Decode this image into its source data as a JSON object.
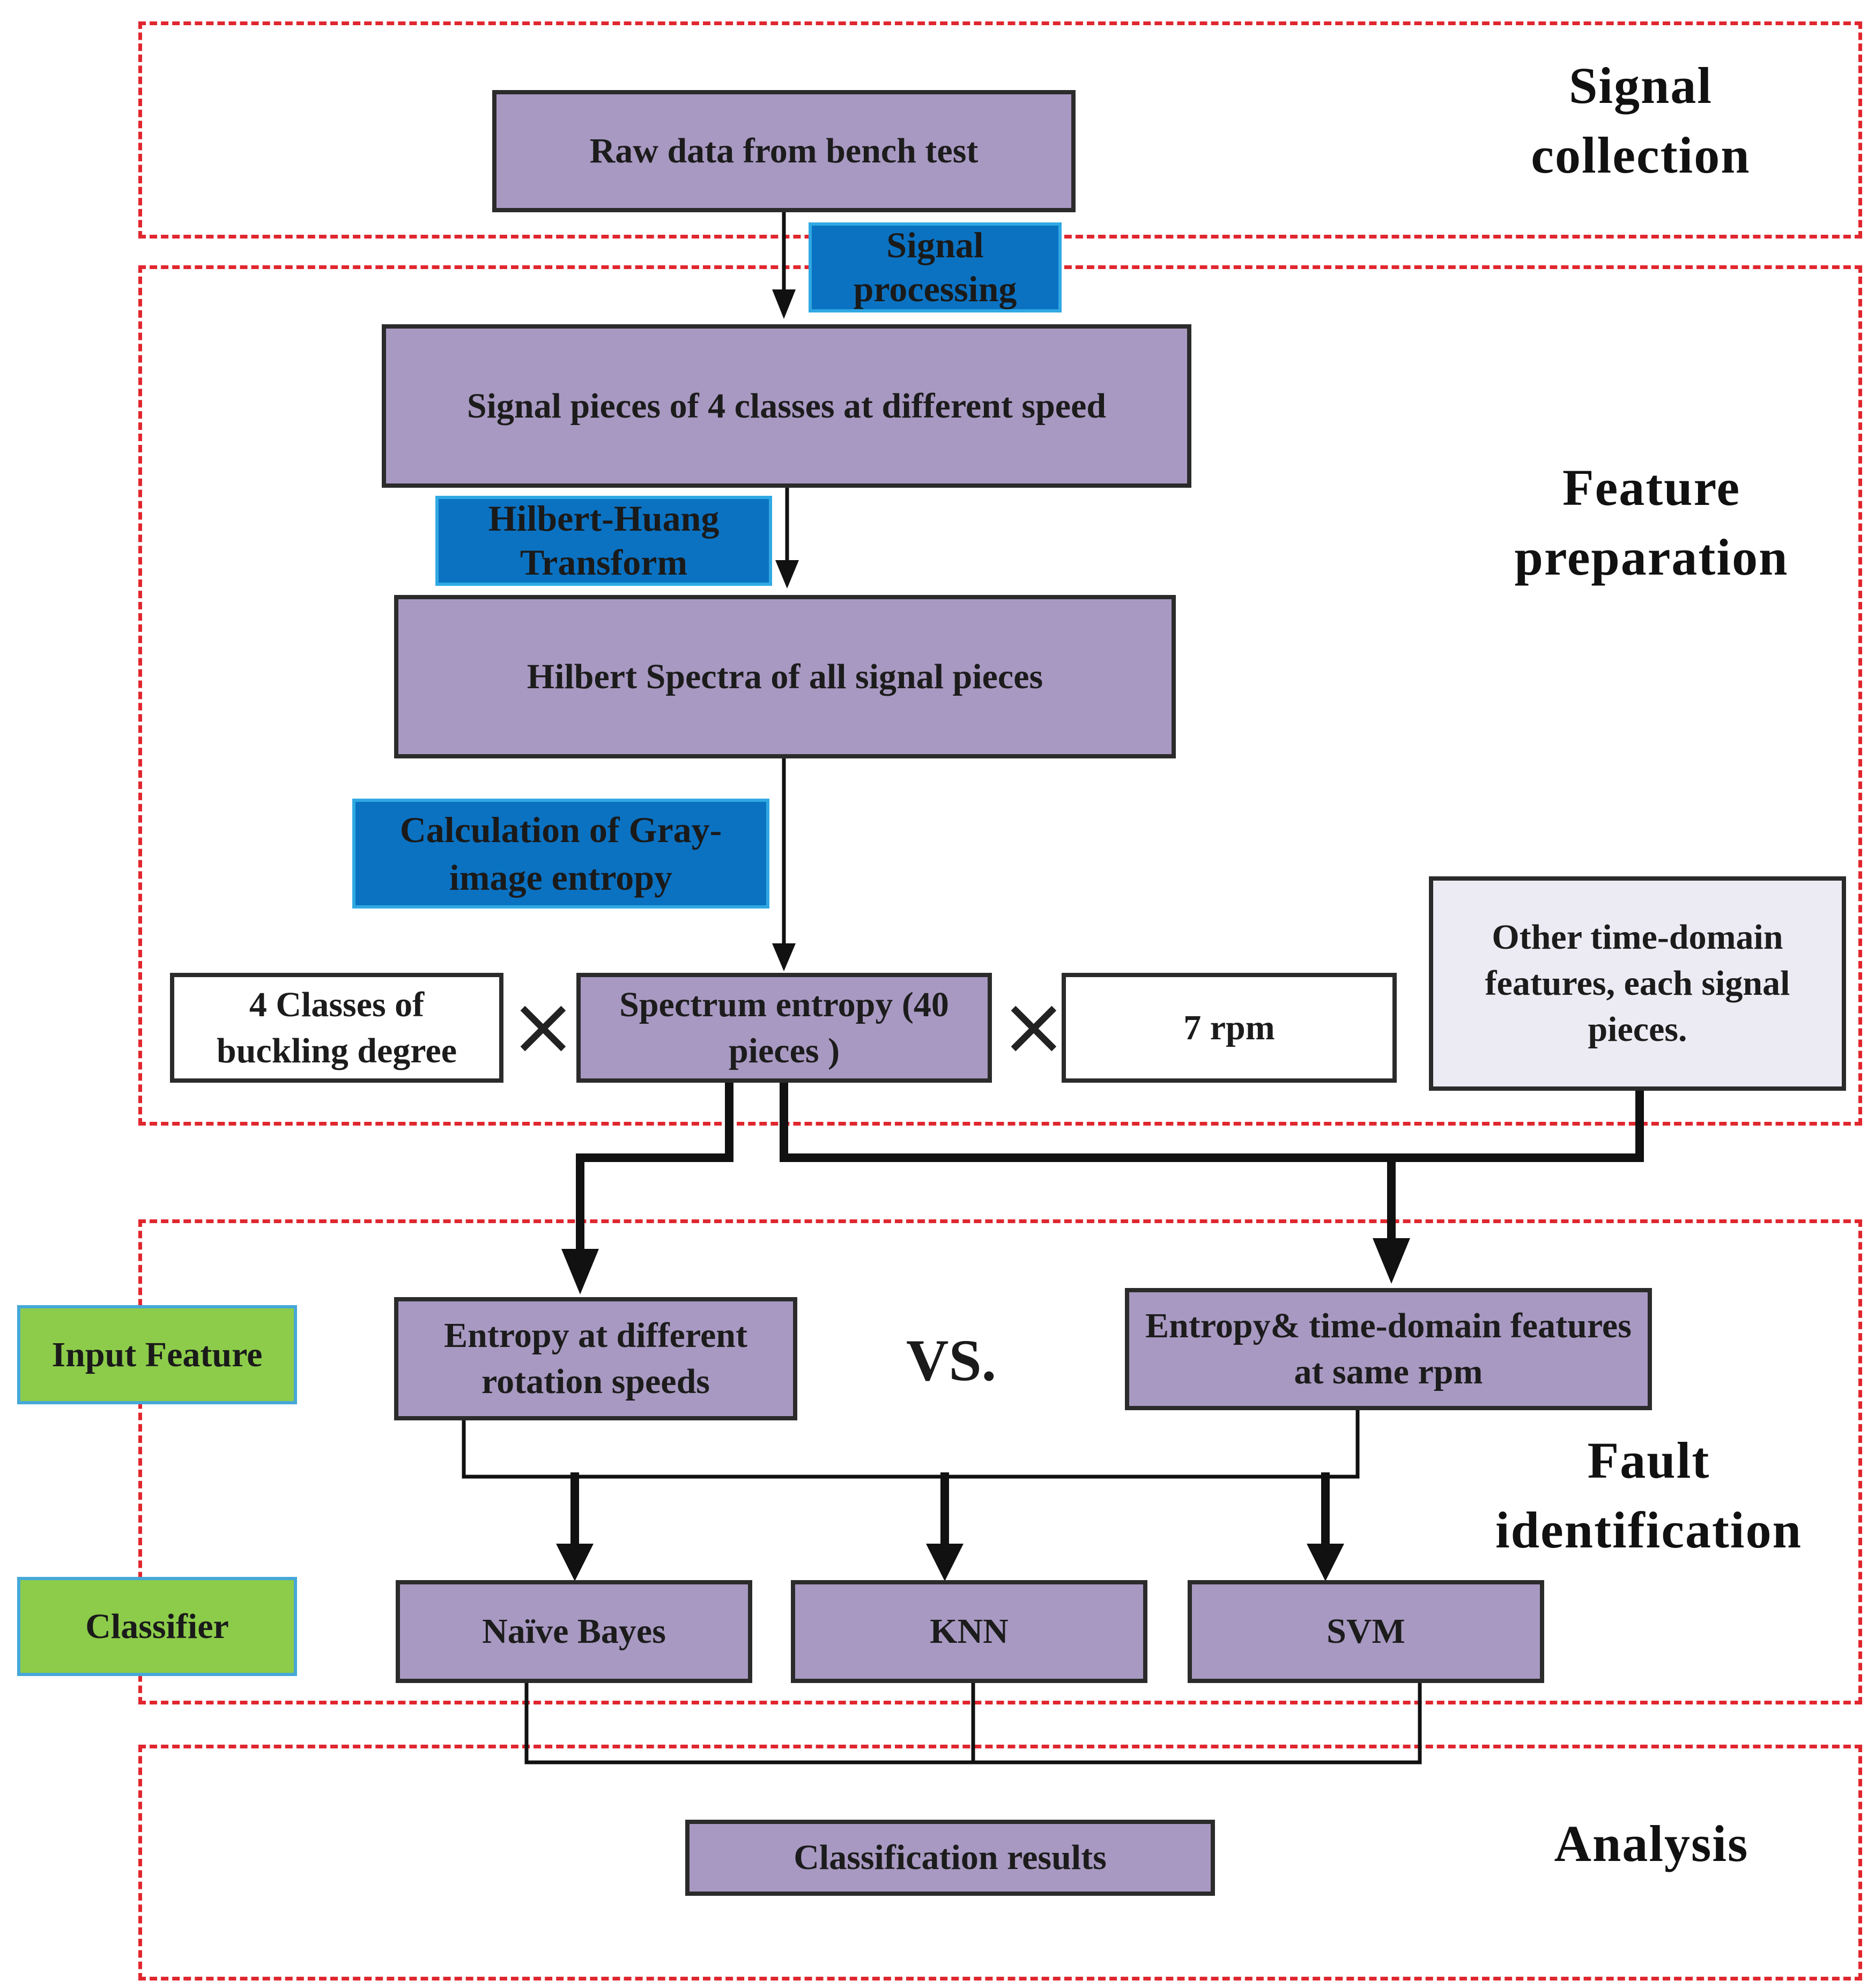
{
  "stages": {
    "signal_collection": "Signal\ncollection",
    "feature_preparation": "Feature\npreparation",
    "fault_identification": "Fault\nidentification",
    "analysis": "Analysis"
  },
  "boxes": {
    "raw_data": "Raw data from bench test",
    "signal_pieces": "Signal pieces of 4 classes at different speed",
    "hilbert_spectra": "Hilbert Spectra of all signal pieces",
    "classes_buckling": "4 Classes of buckling degree",
    "spectrum_entropy": "Spectrum entropy (40 pieces )",
    "rpm": "7 rpm",
    "other_time_domain": "Other time-domain features, each signal pieces.",
    "entropy_rotation": "Entropy at different rotation speeds",
    "entropy_time_domain": "Entropy& time-domain features at same rpm",
    "naive_bayes": "Naïve Bayes",
    "knn": "KNN",
    "svm": "SVM",
    "classification_results": "Classification results"
  },
  "steps": {
    "signal_processing": "Signal processing",
    "hht": "Hilbert-Huang Transform",
    "gray_entropy": "Calculation of Gray-image entropy"
  },
  "side_labels": {
    "input_feature": "Input Feature",
    "classifier": "Classifier"
  },
  "symbols": {
    "times": "×",
    "vs": "VS."
  }
}
